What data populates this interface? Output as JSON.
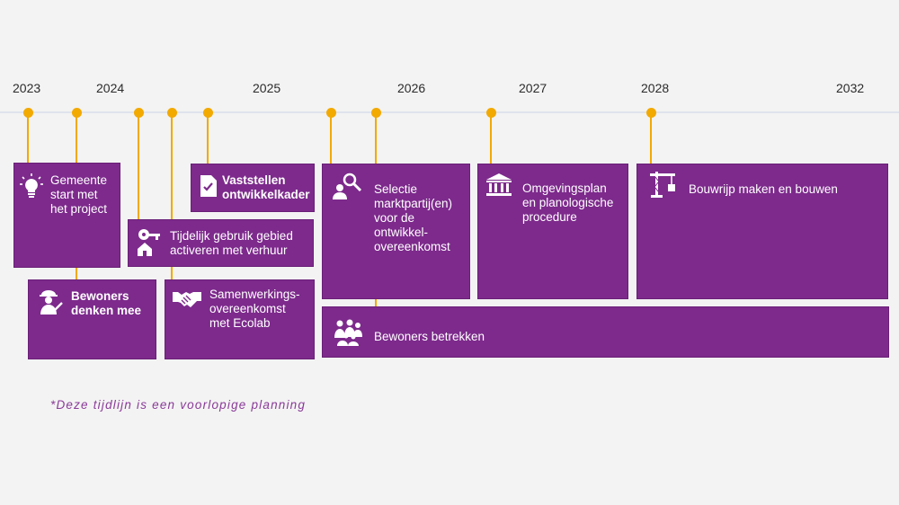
{
  "timeline": {
    "years": [
      "2023",
      "2024",
      "2025",
      "2026",
      "2027",
      "2028",
      "2032"
    ]
  },
  "cards": {
    "gemeente": "Gemeente\nstart met\nhet project",
    "bewoners_mee": "Bewoners\ndenken mee",
    "tijdelijk": "Tijdelijk gebruik gebied\nactiveren met verhuur",
    "vaststellen": "Vaststellen\nontwikkelkader",
    "samenwerking": "Samenwerkings-\novereenkomst\nmet Ecolab",
    "selectie": "Selectie\nmarktpartij(en)\nvoor de\nontwikkel-\novereenkomst",
    "omgevingsplan": "Omgevingsplan\nen planologische\nprocedure",
    "bouwrijp": "Bouwrijp maken en bouwen",
    "betrekken": "Bewoners betrekken"
  },
  "icons": {
    "gemeente": "lightbulb-icon",
    "bewoners_mee": "worker-icon",
    "tijdelijk": "key-house-icon",
    "vaststellen": "document-check-icon",
    "samenwerking": "handshake-icon",
    "selectie": "person-search-icon",
    "omgevingsplan": "government-building-icon",
    "bouwrijp": "crane-icon",
    "betrekken": "group-icon"
  },
  "note": "*Deze tijdlijn is een voorlopige planning",
  "colors": {
    "card": "#7d2a8c",
    "marker": "#f2a900",
    "note": "#8a3a98",
    "background": "#f3f3f3"
  }
}
